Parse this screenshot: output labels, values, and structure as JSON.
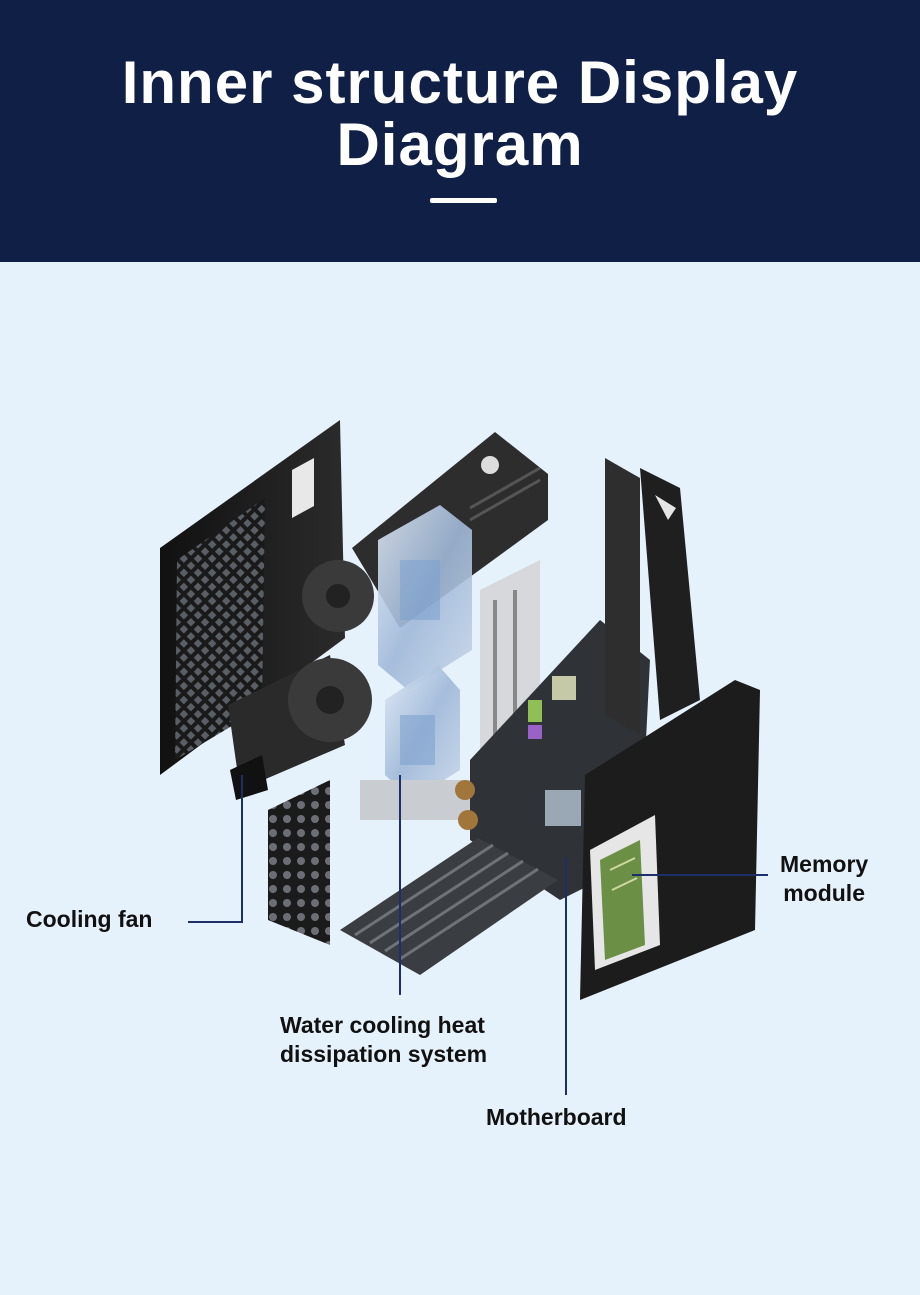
{
  "header": {
    "title_line1": "Inner structure Display",
    "title_line2": "Diagram"
  },
  "labels": {
    "cooling_fan": "Cooling fan",
    "water_cooling": "Water cooling heat\ndissipation system",
    "motherboard": "Motherboard",
    "memory_module": "Memory\nmodule"
  },
  "colors": {
    "header_bg": "#0f1f45",
    "page_bg": "#e6f2fb",
    "leader_line": "#1c2f6b"
  }
}
